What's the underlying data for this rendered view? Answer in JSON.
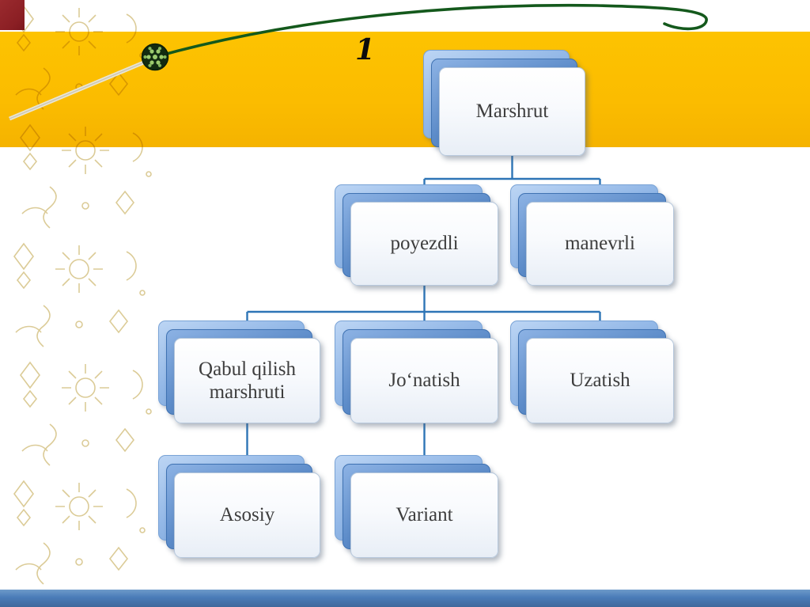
{
  "slide": {
    "number": "1",
    "diagram": {
      "type": "hierarchy",
      "nodes": [
        {
          "id": "marshrut",
          "label": "Marshrut",
          "parent": null
        },
        {
          "id": "poyezdli",
          "label": "poyezdli",
          "parent": "marshrut"
        },
        {
          "id": "manevrli",
          "label": "manevrli",
          "parent": "marshrut"
        },
        {
          "id": "qabul-qilish",
          "label": "Qabul qilish marshruti",
          "parent": "poyezdli"
        },
        {
          "id": "jonatish",
          "label": "Jo‘natish",
          "parent": "poyezdli"
        },
        {
          "id": "uzatish",
          "label": "Uzatish",
          "parent": "poyezdli"
        },
        {
          "id": "asosiy",
          "label": "Asosiy",
          "parent": "qabul-qilish"
        },
        {
          "id": "variant",
          "label": "Variant",
          "parent": "jonatish"
        }
      ]
    },
    "colors": {
      "gold_band": "#FBBC00",
      "bottom_bar": "#4A7CB8",
      "corner_accent": "#8B1F24",
      "connector": "#2E75B6",
      "node_back_plate": "#3F72B2",
      "swoosh_green": "#14591C",
      "node_text": "#3D3D3D"
    }
  }
}
